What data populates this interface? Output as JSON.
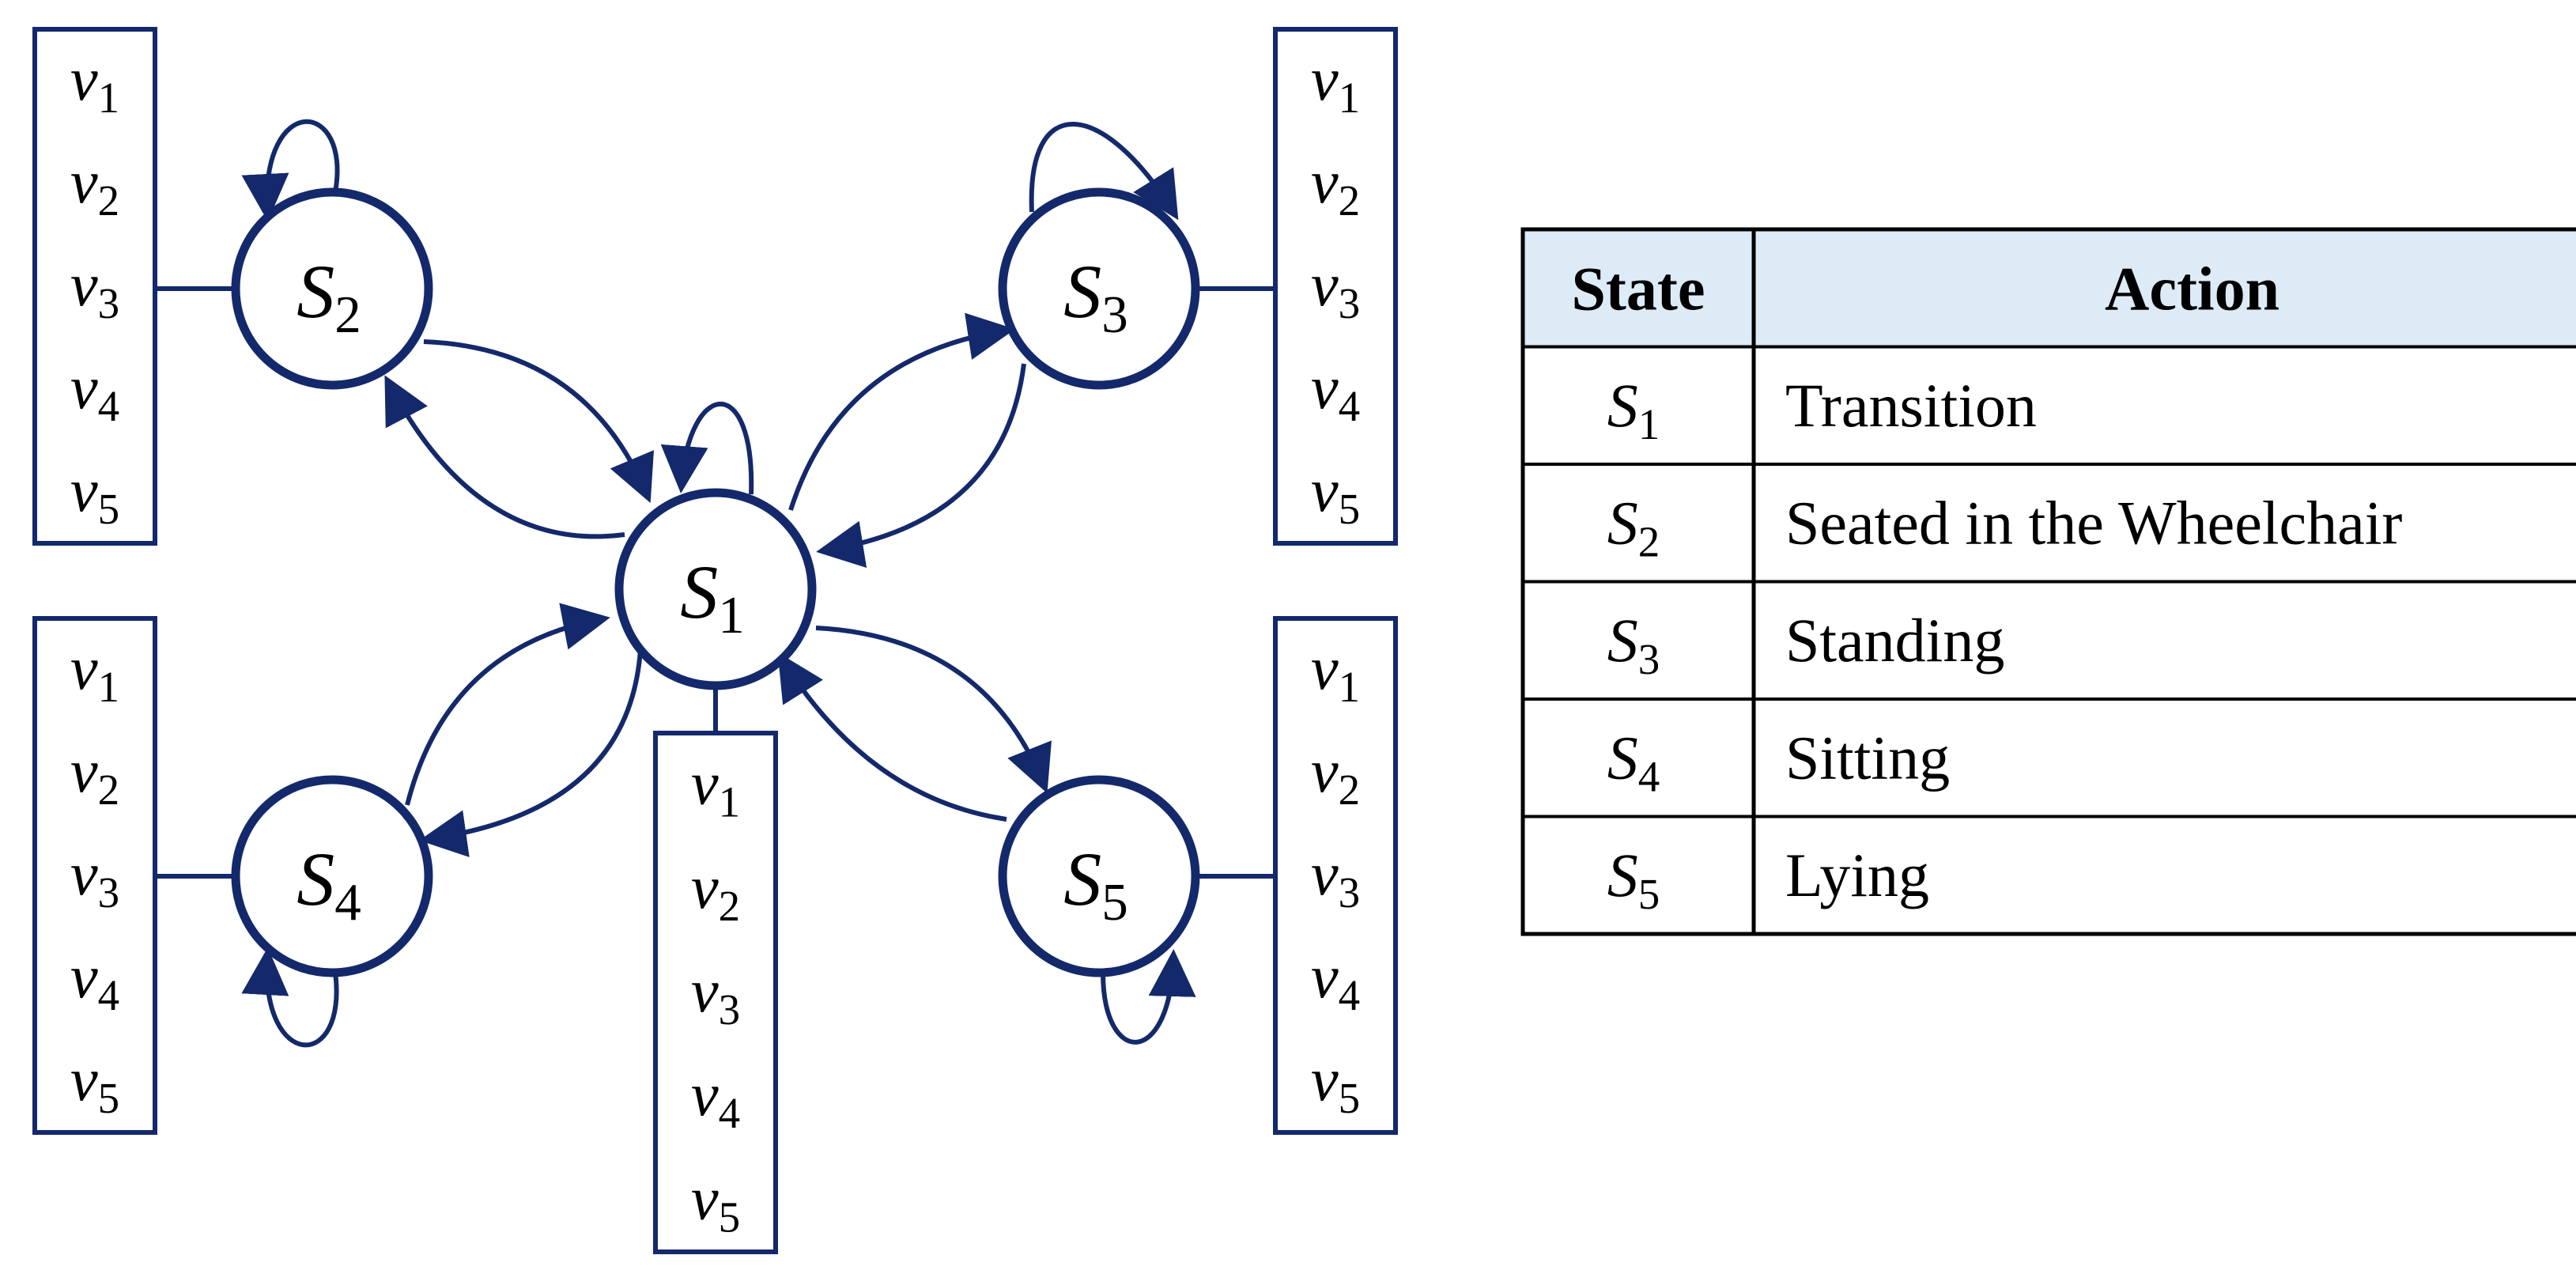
{
  "colors": {
    "stroke": "#14296b",
    "text": "#000000",
    "table_header_bg": "#ddebf7",
    "table_border": "#000000"
  },
  "states": [
    {
      "id": "s1",
      "letter": "S",
      "sub": "1"
    },
    {
      "id": "s2",
      "letter": "S",
      "sub": "2"
    },
    {
      "id": "s3",
      "letter": "S",
      "sub": "3"
    },
    {
      "id": "s4",
      "letter": "S",
      "sub": "4"
    },
    {
      "id": "s5",
      "letter": "S",
      "sub": "5"
    }
  ],
  "observations": [
    {
      "letter": "v",
      "sub": "1"
    },
    {
      "letter": "v",
      "sub": "2"
    },
    {
      "letter": "v",
      "sub": "3"
    },
    {
      "letter": "v",
      "sub": "4"
    },
    {
      "letter": "v",
      "sub": "5"
    }
  ],
  "table": {
    "headers": [
      "State",
      "Action"
    ],
    "rows": [
      {
        "letter": "S",
        "sub": "1",
        "action": "Transition"
      },
      {
        "letter": "S",
        "sub": "2",
        "action": "Seated in the Wheelchair"
      },
      {
        "letter": "S",
        "sub": "3",
        "action": "Standing"
      },
      {
        "letter": "S",
        "sub": "4",
        "action": "Sitting"
      },
      {
        "letter": "S",
        "sub": "5",
        "action": "Lying"
      }
    ]
  }
}
